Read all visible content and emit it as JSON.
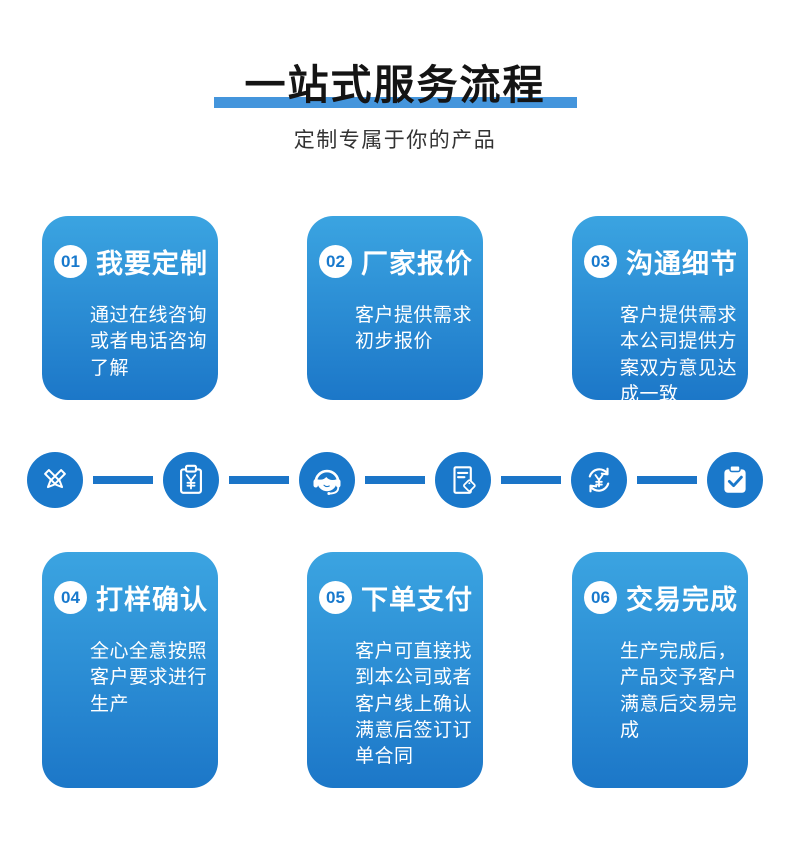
{
  "header": {
    "title": "一站式服务流程",
    "subtitle": "定制专属于你的产品"
  },
  "steps": [
    {
      "number": "01",
      "title": "我要定制",
      "description": "通过在线咨询或者电话咨询了解"
    },
    {
      "number": "02",
      "title": "厂家报价",
      "description": "客户提供需求初步报价"
    },
    {
      "number": "03",
      "title": "沟通细节",
      "description": "客户提供需求本公司提供方案双方意见达成一致"
    },
    {
      "number": "04",
      "title": "打样确认",
      "description": "全心全意按照客户要求进行生产"
    },
    {
      "number": "05",
      "title": "下单支付",
      "description": "客户可直接找到本公司或者客户线上确认满意后签订订单合同"
    },
    {
      "number": "06",
      "title": "交易完成",
      "description": "生产完成后，产品交予客户满意后交易完成"
    }
  ],
  "flow_icons": [
    "pen-pencil-icon",
    "clipboard-yen-icon",
    "customer-service-headset-icon",
    "document-tag-icon",
    "yen-refresh-icon",
    "clipboard-check-icon"
  ],
  "colors": {
    "accent_bar": "#4495dc",
    "card_gradient_top": "#3ba4e1",
    "card_gradient_bottom": "#1c77c8",
    "flow_circle": "#1a78ca",
    "flow_line": "#1b75c8",
    "badge_text": "#1879cd",
    "title_text": "#141414",
    "subtitle_text": "#333333"
  }
}
